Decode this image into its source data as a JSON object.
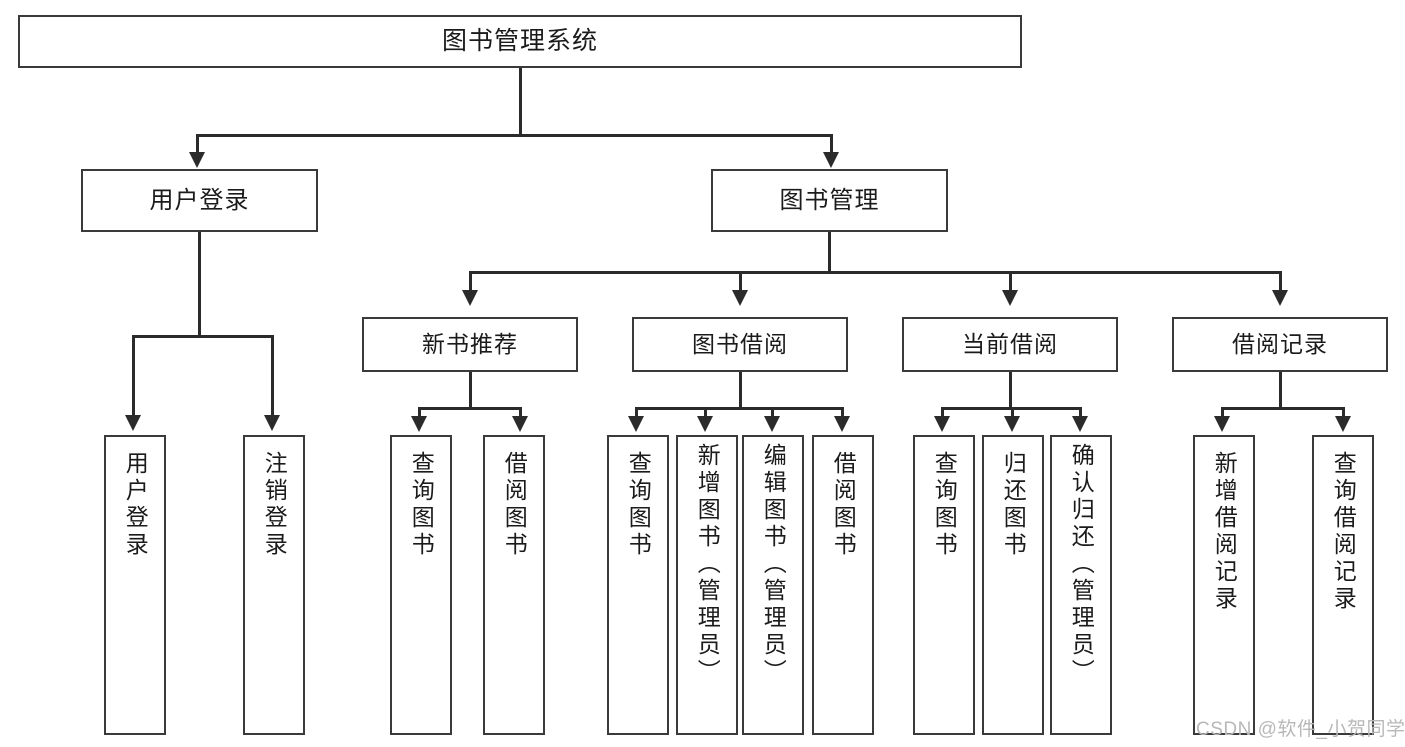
{
  "diagram": {
    "title": "图书管理系统",
    "watermark": "CSDN @软件_小贺同学",
    "root": {
      "id": "root",
      "label": "图书管理系统"
    },
    "level2": [
      {
        "id": "user-login",
        "label": "用户登录"
      },
      {
        "id": "book-manage",
        "label": "图书管理"
      }
    ],
    "level3": [
      {
        "id": "new-book-recommend",
        "label": "新书推荐"
      },
      {
        "id": "book-borrow",
        "label": "图书借阅"
      },
      {
        "id": "current-borrow",
        "label": "当前借阅"
      },
      {
        "id": "borrow-record",
        "label": "借阅记录"
      }
    ],
    "leaves": {
      "user_login": [
        {
          "id": "leaf-user-login",
          "label": "用户登录"
        },
        {
          "id": "leaf-logout-login",
          "label": "注销登录"
        }
      ],
      "new_book_recommend": [
        {
          "id": "leaf-query-book-1",
          "label": "查询图书"
        },
        {
          "id": "leaf-borrow-book-1",
          "label": "借阅图书"
        }
      ],
      "book_borrow": [
        {
          "id": "leaf-query-book-2",
          "label": "查询图书"
        },
        {
          "id": "leaf-add-book",
          "label": "新增图书（管理员）"
        },
        {
          "id": "leaf-edit-book",
          "label": "编辑图书（管理员）"
        },
        {
          "id": "leaf-borrow-book-2",
          "label": "借阅图书"
        }
      ],
      "current_borrow": [
        {
          "id": "leaf-query-book-3",
          "label": "查询图书"
        },
        {
          "id": "leaf-return-book",
          "label": "归还图书"
        },
        {
          "id": "leaf-confirm-return",
          "label": "确认归还（管理员）"
        }
      ],
      "borrow_record": [
        {
          "id": "leaf-add-record",
          "label": "新增借阅记录"
        },
        {
          "id": "leaf-query-record",
          "label": "查询借阅记录"
        }
      ]
    },
    "colors": {
      "border": "#3a3a3a",
      "connector": "#2b2b2b",
      "background": "#ffffff",
      "text": "#1b1b1b",
      "watermark": "#b8b8b8"
    }
  }
}
